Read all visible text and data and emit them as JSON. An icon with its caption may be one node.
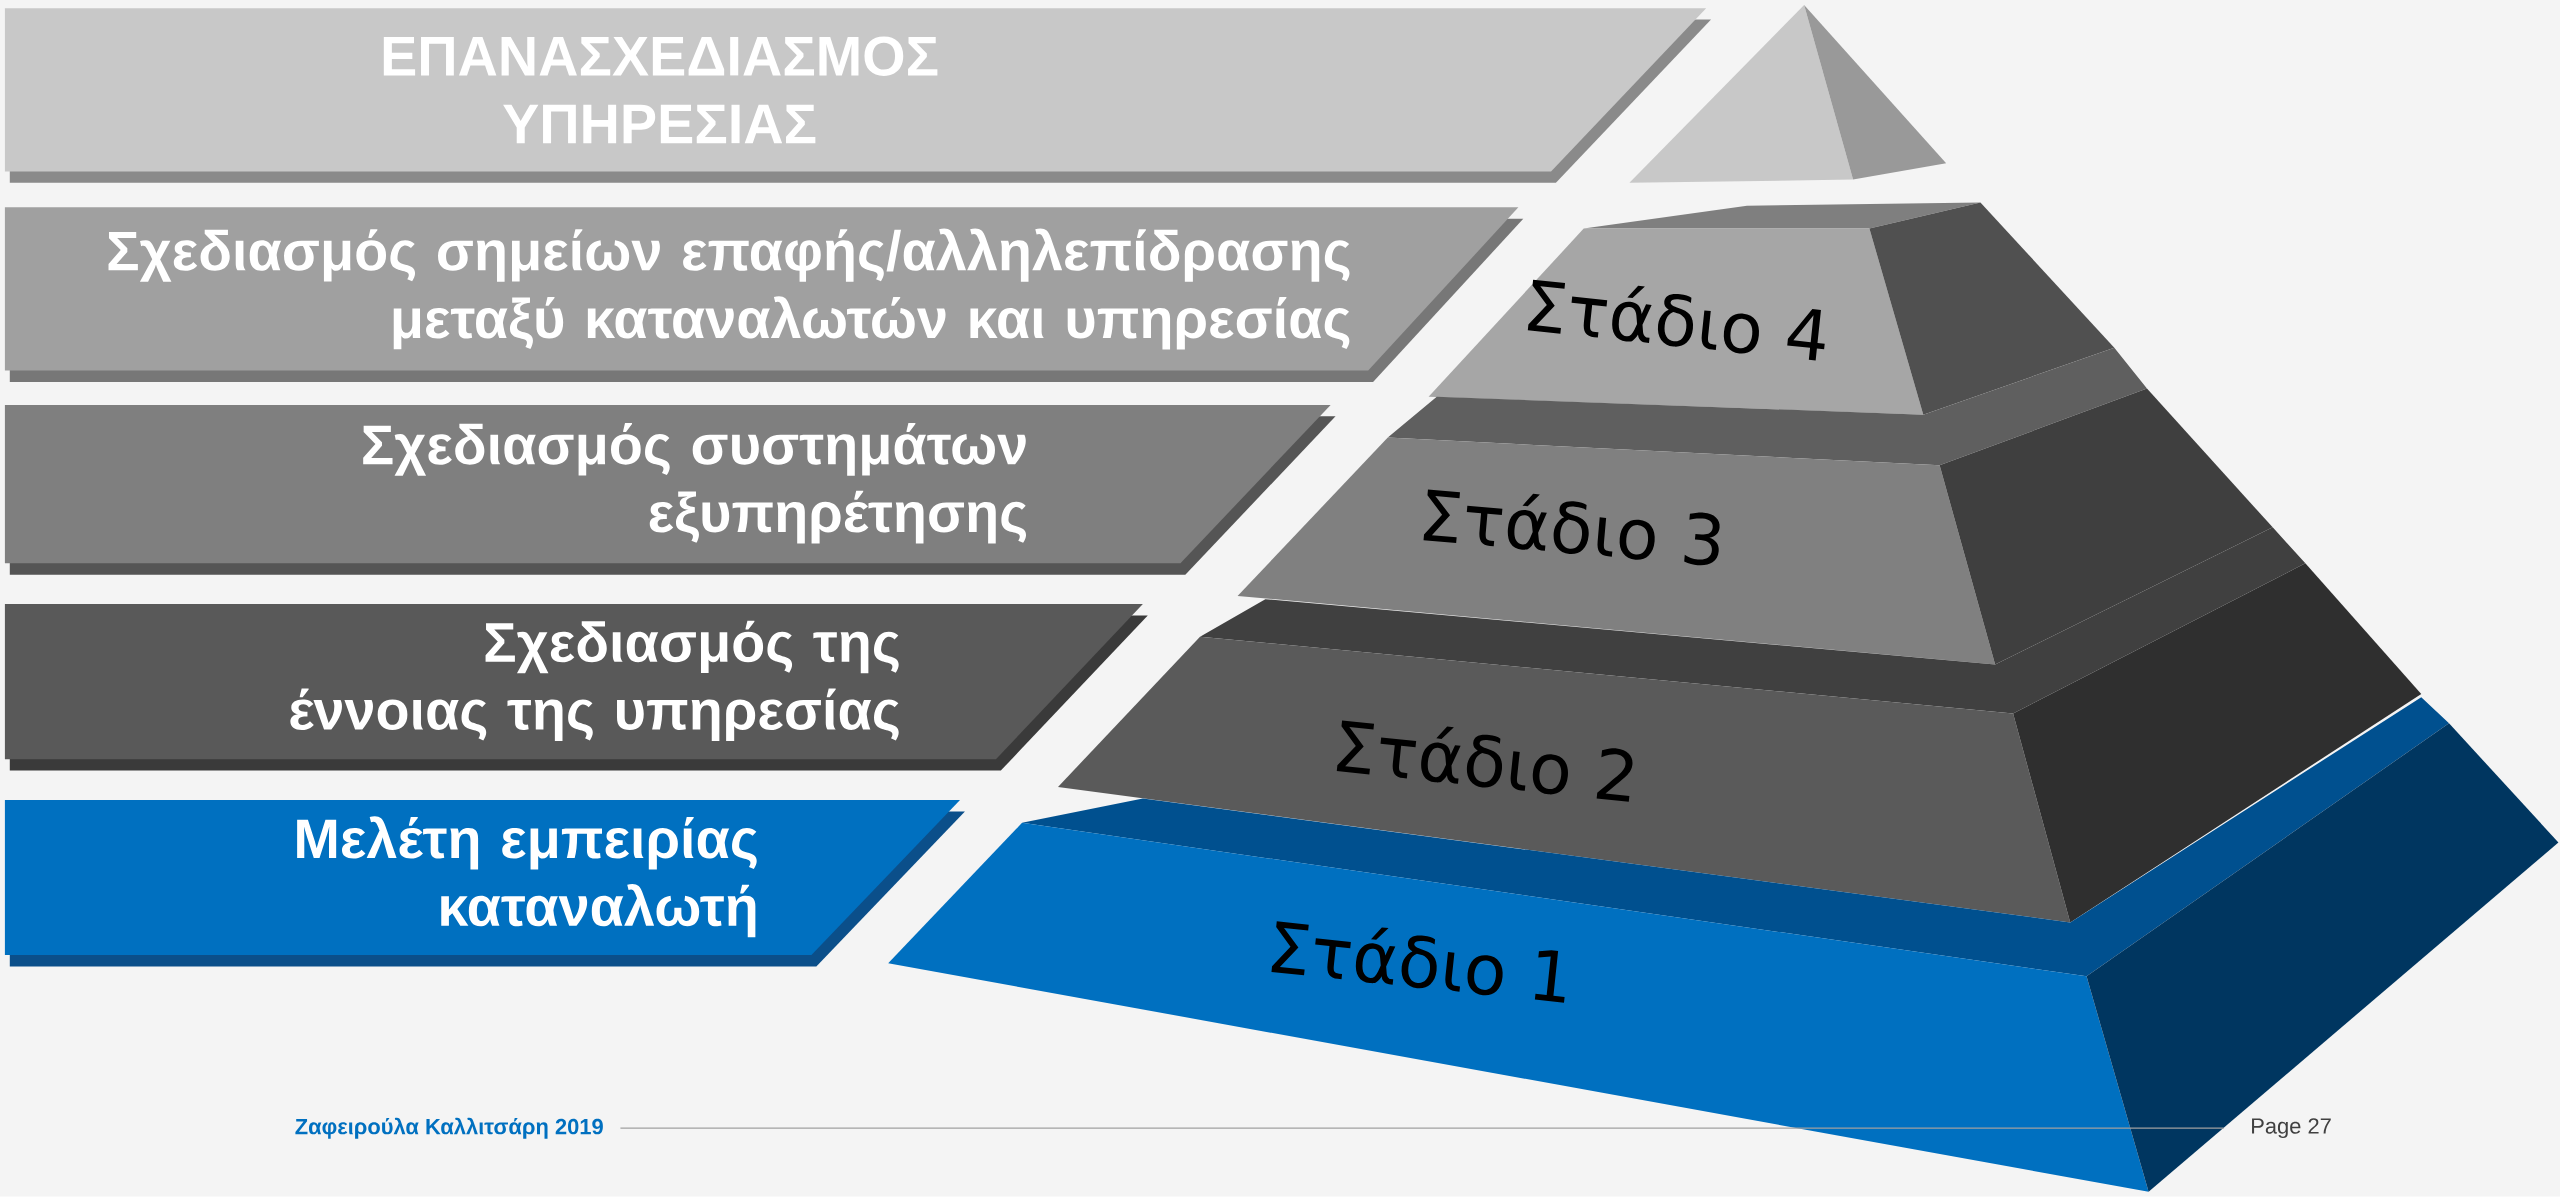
{
  "diagram": {
    "nodes": [
      {
        "text": [
          "ΕΠΑΝΑΣΧΕΔΙΑΣΜΟΣ ΥΠΗΡΕΣΙΑΣ"
        ]
      },
      {
        "text": [
          "Σχεδιασμός σημείων επαφής/αλληλεπίδρασης μεταξύ καταναλωτών και υπηρεσίας"
        ]
      },
      {
        "text": [
          "Σχεδιασμός συστημάτων εξυπηρέτησης"
        ]
      },
      {
        "text": [
          "Σχεδιασμός της έννοιας της υπηρεσίας"
        ]
      },
      {
        "text": [
          "Μελέτη εμπειρίας καταναλωτή"
        ]
      },
      {
        "text": [],
        "shape": "triangle"
      },
      {
        "text": [
          "Στάδιο 4"
        ]
      },
      {
        "text": [
          "Στάδιο 3"
        ]
      },
      {
        "text": [
          "Στάδιο 2"
        ]
      },
      {
        "text": [
          "Στάδιο 1"
        ]
      }
    ],
    "labels": [
      "Ζαφειρούλα Καλλιτσάρη 2019",
      "Page 27"
    ]
  }
}
